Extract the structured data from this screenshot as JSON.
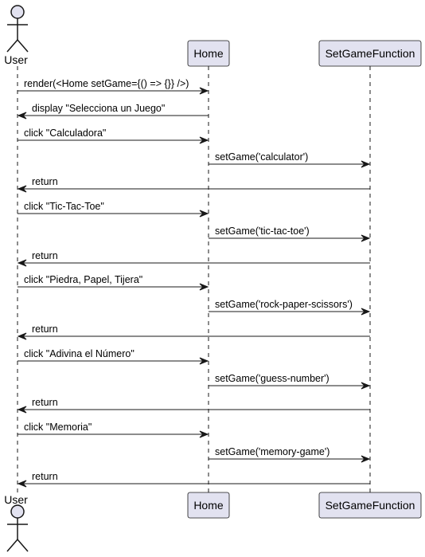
{
  "diagram_type": "sequence",
  "participants": [
    {
      "id": "user",
      "label": "User",
      "kind": "actor"
    },
    {
      "id": "home",
      "label": "Home",
      "kind": "participant"
    },
    {
      "id": "setgame",
      "label": "SetGameFunction",
      "kind": "participant"
    }
  ],
  "messages": [
    {
      "from": "user",
      "to": "home",
      "label": "render(<Home setGame={() => {}} />)"
    },
    {
      "from": "home",
      "to": "user",
      "label": "display \"Selecciona un Juego\""
    },
    {
      "from": "user",
      "to": "home",
      "label": "click \"Calculadora\""
    },
    {
      "from": "home",
      "to": "setgame",
      "label": "setGame('calculator')"
    },
    {
      "from": "setgame",
      "to": "user",
      "label": "return"
    },
    {
      "from": "user",
      "to": "home",
      "label": "click \"Tic-Tac-Toe\""
    },
    {
      "from": "home",
      "to": "setgame",
      "label": "setGame('tic-tac-toe')"
    },
    {
      "from": "setgame",
      "to": "user",
      "label": "return"
    },
    {
      "from": "user",
      "to": "home",
      "label": "click \"Piedra, Papel, Tijera\""
    },
    {
      "from": "home",
      "to": "setgame",
      "label": "setGame('rock-paper-scissors')"
    },
    {
      "from": "setgame",
      "to": "user",
      "label": "return"
    },
    {
      "from": "user",
      "to": "home",
      "label": "click \"Adivina el Número\""
    },
    {
      "from": "home",
      "to": "setgame",
      "label": "setGame('guess-number')"
    },
    {
      "from": "setgame",
      "to": "user",
      "label": "return"
    },
    {
      "from": "user",
      "to": "home",
      "label": "click \"Memoria\""
    },
    {
      "from": "home",
      "to": "setgame",
      "label": "setGame('memory-game')"
    },
    {
      "from": "setgame",
      "to": "user",
      "label": "return"
    }
  ],
  "colors": {
    "participant_fill": "#e2e2f0",
    "participant_stroke": "#181818",
    "lifeline": "#181818",
    "arrow": "#181818",
    "text": "#000000",
    "background": "#ffffff"
  }
}
